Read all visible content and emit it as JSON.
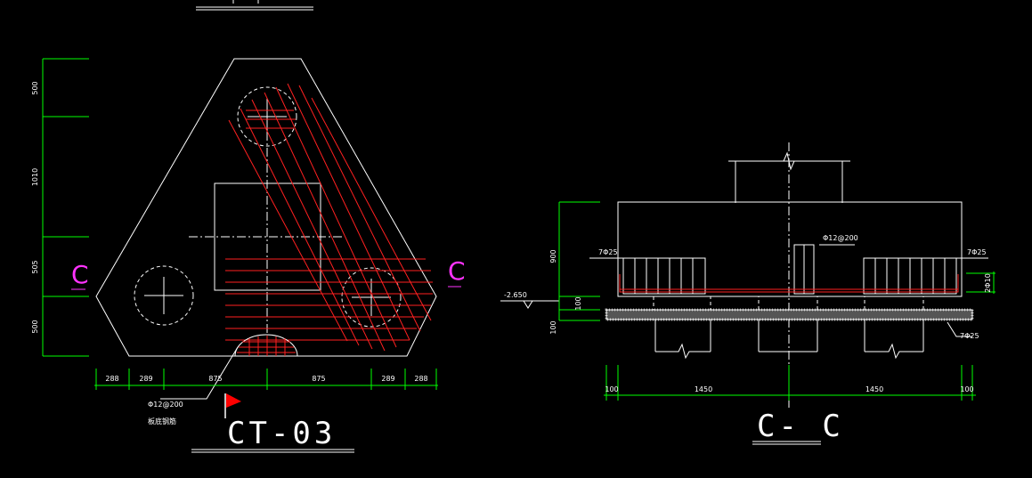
{
  "colors": {
    "background": "#000000",
    "outline": "#ffffff",
    "rebar": "#ff2020",
    "dimension": "#00ff00",
    "section_mark": "#ff33ff",
    "flag": "#ff0000"
  },
  "plan": {
    "title": "CT-03",
    "section_mark_left": "C",
    "section_mark_right": "C",
    "rebar_label": "Φ12@200",
    "rebar_note": "板底钢筋",
    "dims_vertical": [
      "500",
      "1010",
      "505",
      "500"
    ],
    "dims_horizontal": [
      "288",
      "289",
      "875",
      "875",
      "289",
      "288"
    ]
  },
  "section": {
    "title": "C- C",
    "elevation": "-2.650",
    "rebar_top_left": "7Φ25",
    "rebar_top_right": "7Φ25",
    "rebar_mid": "Φ12@200",
    "rebar_bottom_right": "7Φ25",
    "rebar_side": "2Φ10",
    "dims_left": [
      "900",
      "100",
      "100"
    ],
    "dims_bottom": [
      "100",
      "1450",
      "1450",
      "100"
    ]
  }
}
